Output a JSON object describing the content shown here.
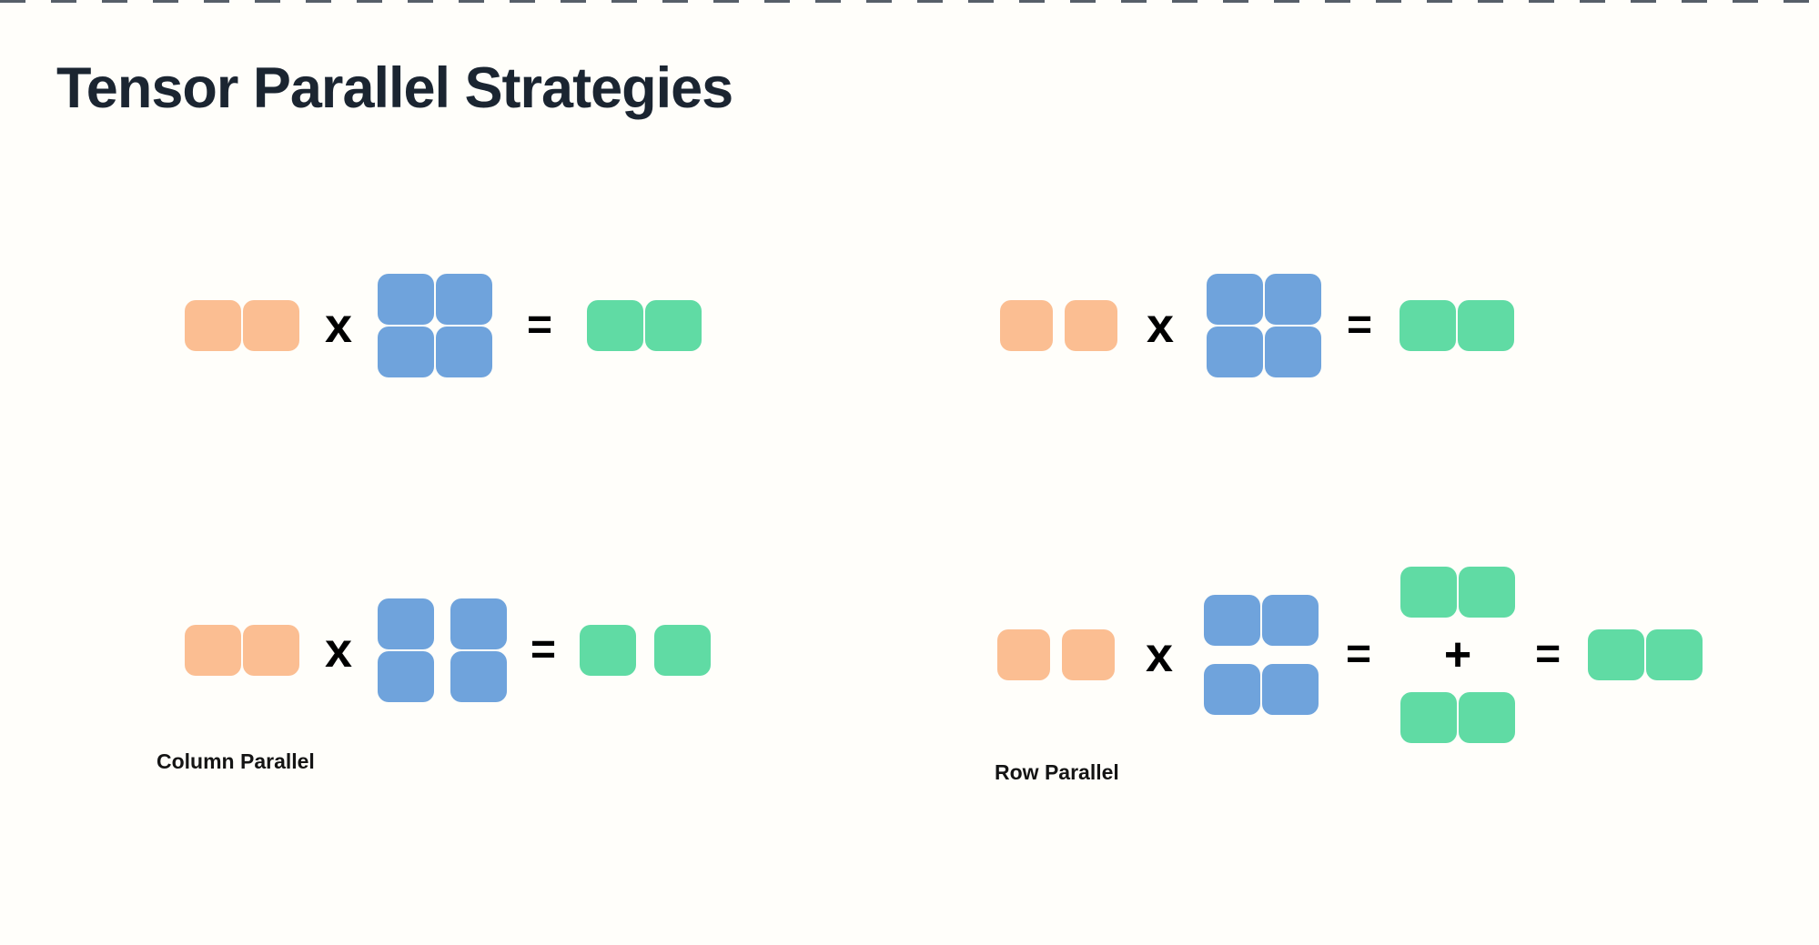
{
  "title": "Tensor Parallel Strategies",
  "operators": {
    "multiply": "x",
    "equals": "=",
    "plus": "+"
  },
  "colors": {
    "background": "#FFFEFA",
    "title": "#1B2531",
    "input": "#FBBE92",
    "weight": "#6FA3DC",
    "output": "#60DBA4",
    "operator": "#000000",
    "label": "#141414",
    "top_border_dash": "#39434F"
  },
  "diagrams": [
    {
      "name": "unsharded-top-left",
      "label": "",
      "input_cells": 2,
      "weight_grid": "2x2",
      "weight_partition": "none",
      "output_cells": 2
    },
    {
      "name": "unsharded-top-right",
      "label": "",
      "input_cells": 2,
      "weight_grid": "2x2",
      "weight_partition": "none",
      "output_cells": 2
    },
    {
      "name": "column-parallel",
      "label": "Column Parallel",
      "input_cells": 2,
      "weight_grid": "2x2",
      "weight_partition": "columns",
      "output_cells": 2
    },
    {
      "name": "row-parallel",
      "label": "Row Parallel",
      "input_cells": 2,
      "weight_grid": "2x2",
      "weight_partition": "rows",
      "partial_output_vectors": 2,
      "output_cells": 2
    }
  ]
}
